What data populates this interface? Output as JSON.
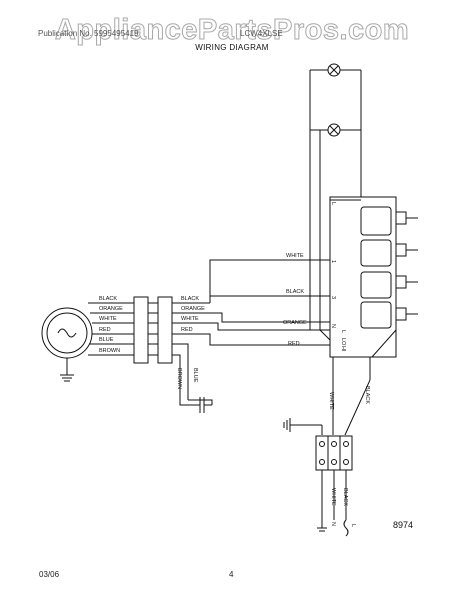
{
  "header": {
    "watermark": "AppliancePartsPros.com",
    "left_text": "Publication No. 5995495419",
    "right_text": "LCW4XLSE",
    "title": "WIRING DIAGRAM"
  },
  "diagram": {
    "motor_leads": [
      "BLACK",
      "ORANGE",
      "WHITE",
      "RED",
      "BLUE",
      "BROWN"
    ],
    "capacitor_side_leads": [
      "BLACK",
      "ORANGE",
      "WHITE",
      "RED"
    ],
    "capacitor_labels": [
      "BROWN",
      "BLUE"
    ],
    "switch_feed_labels": {
      "white": "WHITE",
      "black": "BLACK",
      "orange": "ORANGE",
      "red": "RED"
    },
    "switch_pin_labels": [
      "L",
      "1",
      "L",
      "3",
      "N",
      "LO",
      "HI"
    ],
    "supply_labels": {
      "white": "WHITE",
      "black": "BLACK"
    },
    "terminal_bottom": {
      "white": "WHITE",
      "black": "BLACK",
      "n": "N",
      "l": "L"
    }
  },
  "footer": {
    "date": "03/06",
    "page": "4",
    "diagram_code": "8974"
  }
}
